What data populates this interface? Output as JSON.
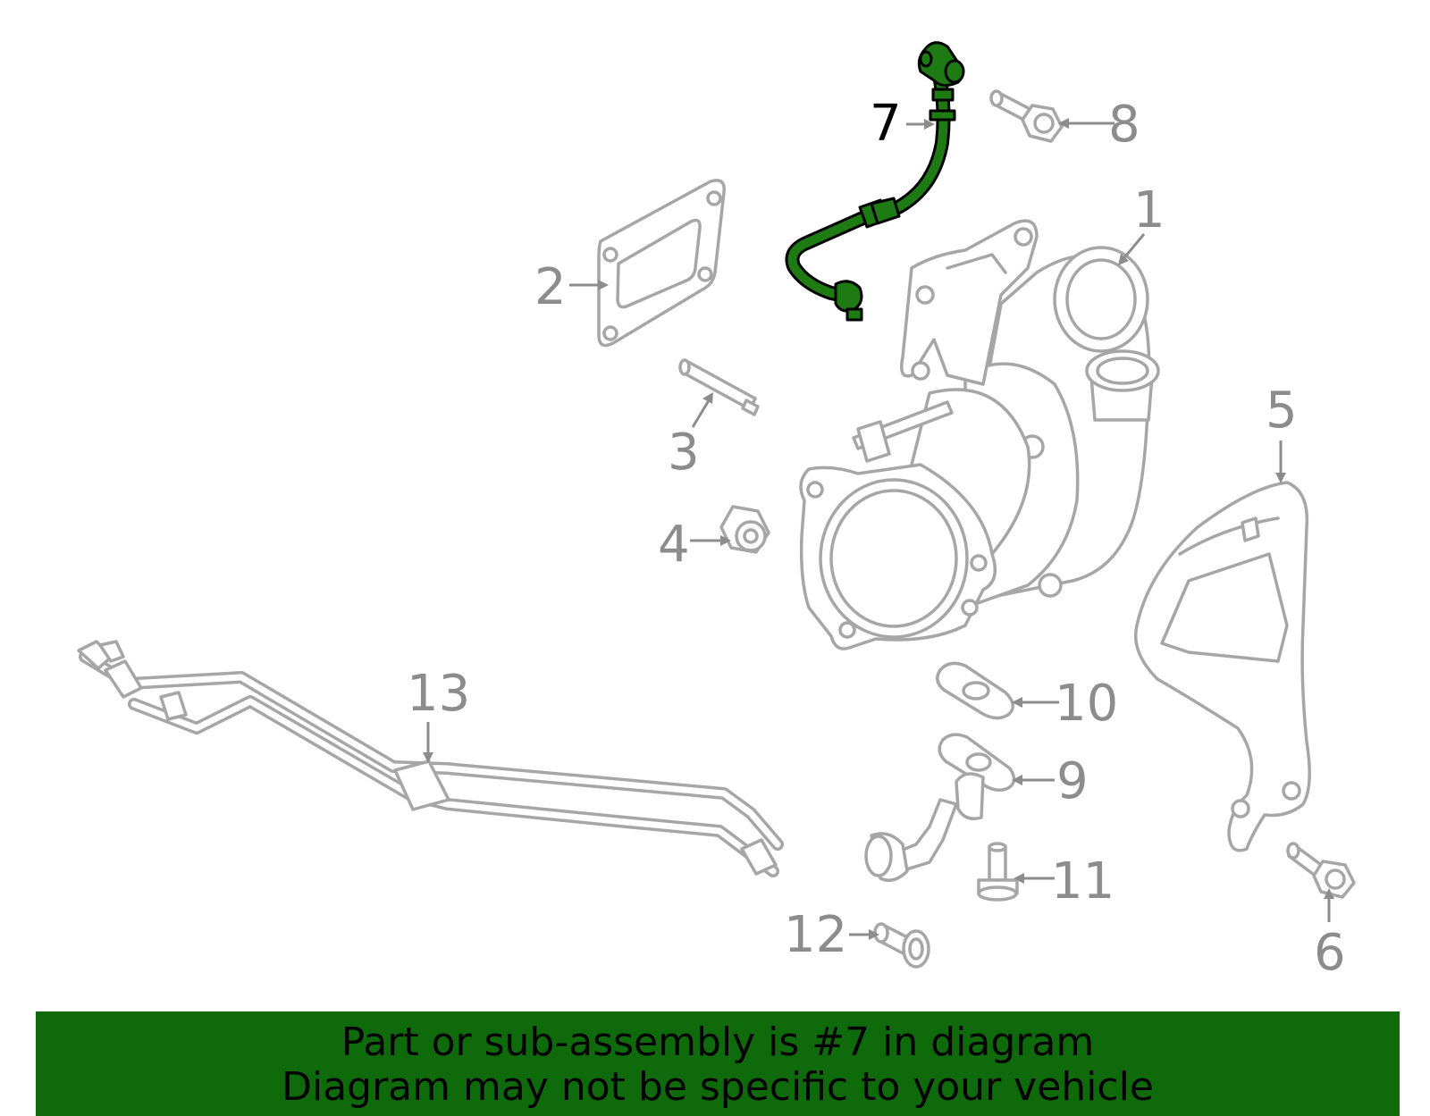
{
  "callouts": {
    "c1": "1",
    "c2": "2",
    "c3": "3",
    "c4": "4",
    "c5": "5",
    "c6": "6",
    "c7": "7",
    "c8": "8",
    "c9": "9",
    "c10": "10",
    "c11": "11",
    "c12": "12",
    "c13": "13"
  },
  "highlight": {
    "part_number": "7",
    "color": "#1e7a12"
  },
  "colors": {
    "part_outline": "#a6a6a6",
    "callout_text": "#8c8c8c",
    "banner_bg": "#0f6a0b"
  },
  "banner": {
    "line1": "Part or sub-assembly is #7 in diagram",
    "line2": "Diagram may not be specific to your vehicle"
  }
}
